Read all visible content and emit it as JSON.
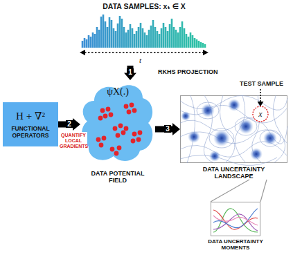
{
  "diagram": {
    "nodes": [
      {
        "text": [
          "DATA SAMPLES: xₜ ∈ X"
        ]
      },
      {
        "text": [
          "H + ∇²",
          "FUNCTIONAL OPERATORS"
        ]
      },
      {
        "text": [
          "ψX(.)",
          "DATA POTENTIAL FIELD"
        ]
      },
      {
        "text": [
          "DATA UNCERTAINTY LANDSCAPE"
        ]
      },
      {
        "text": [
          "DATA UNCERTAINTY MOMENTS"
        ]
      }
    ],
    "edges": [
      {
        "from": 0,
        "to": 2,
        "arrow": "to",
        "label": "1"
      },
      {
        "from": 1,
        "to": 2,
        "arrow": "to",
        "label": "2"
      },
      {
        "from": 2,
        "to": 3,
        "arrow": "to",
        "label": "3"
      },
      {
        "from": 3,
        "to": 4,
        "arrow": "none"
      }
    ],
    "labels": [
      "t",
      "RKHS PROJECTION",
      "QUANTIFY LOCAL GRADIENTS",
      "TEST SAMPLE",
      "x"
    ]
  }
}
